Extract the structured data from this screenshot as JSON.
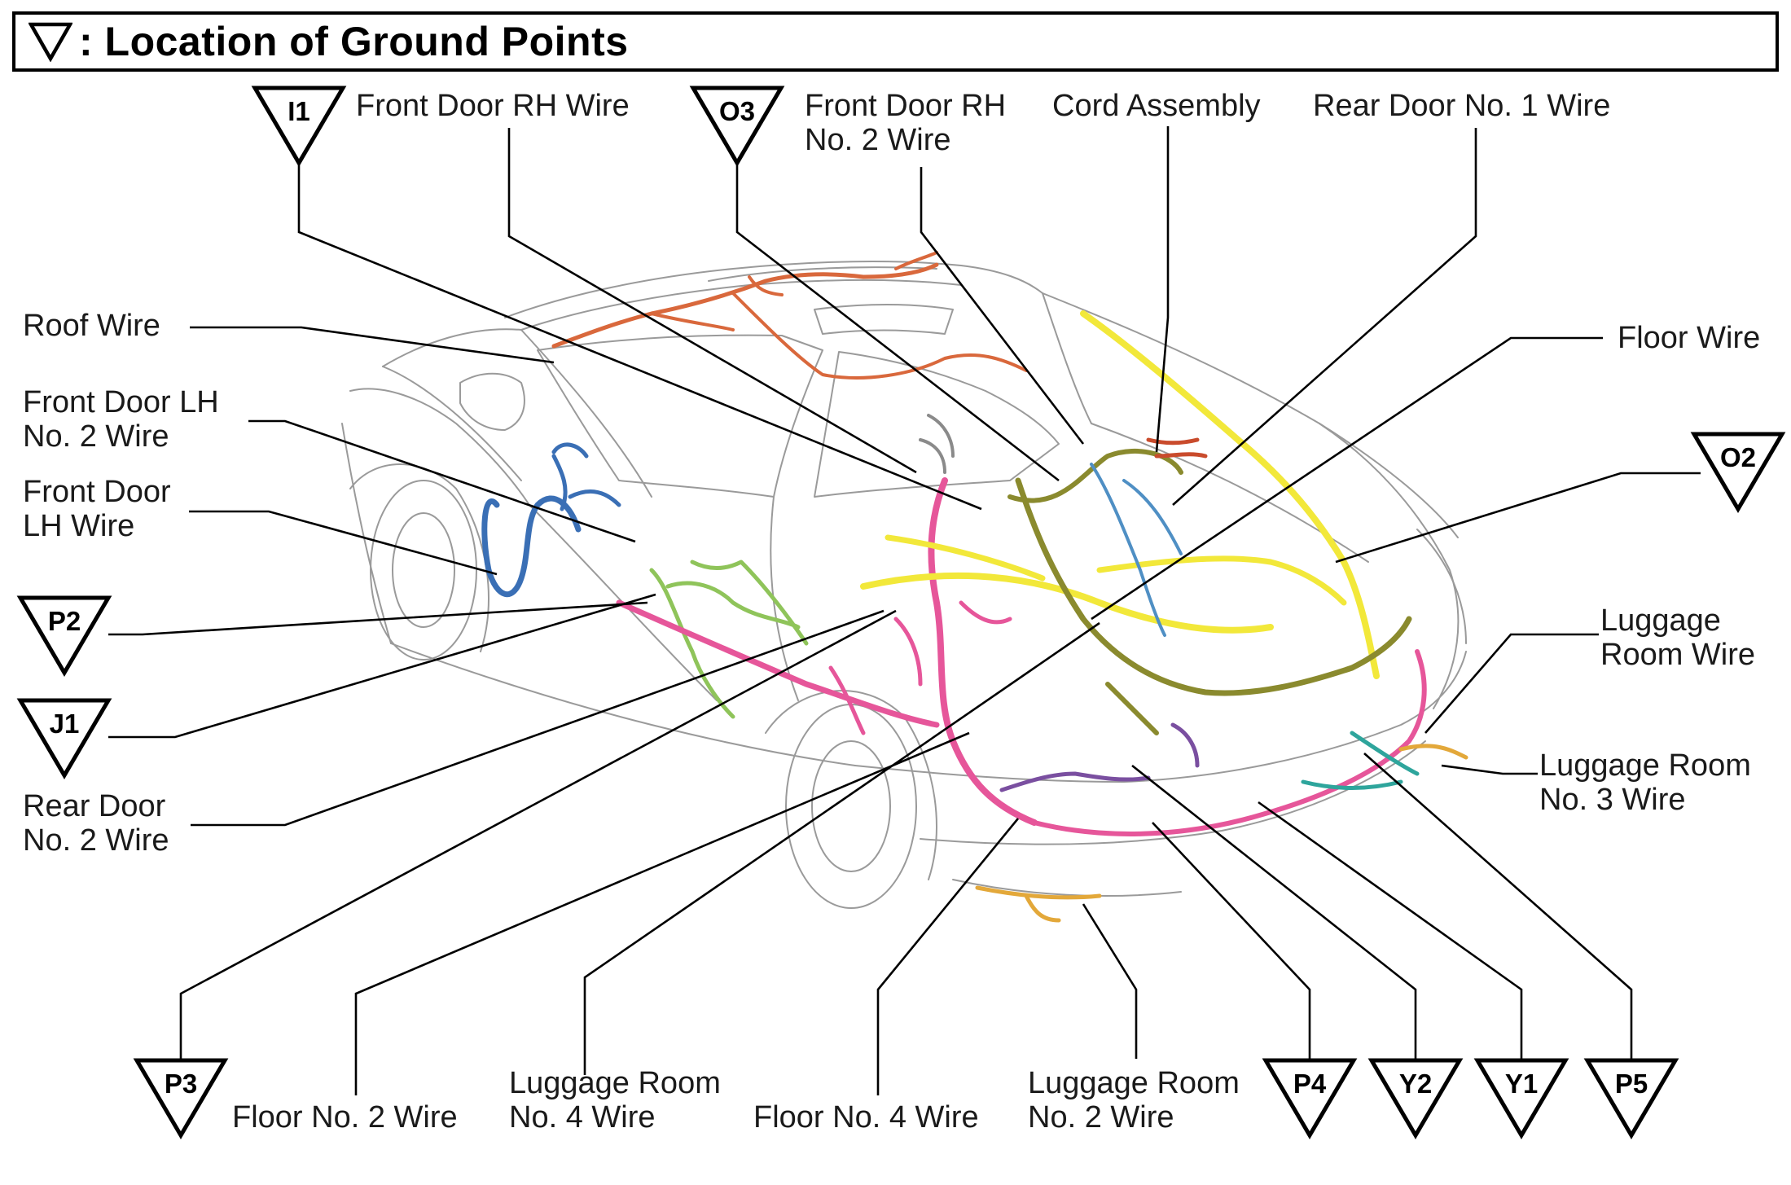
{
  "header": {
    "symbol": "ground-triangle",
    "title": ": Location of Ground Points"
  },
  "colors": {
    "roof": "#d9683c",
    "floor": "#f2e83a",
    "floor_olive": "#8a8a2e",
    "cord": "#4f8fc4",
    "front_door_lh": "#3a6fb5",
    "rear_door": "#8fc45a",
    "floor_no2": "#d9608c",
    "floor_no4": "#7a4fa0",
    "luggage_no2": "#e3a83a",
    "luggage_no3": "#2ea59c",
    "luggage_room": "#e6569a",
    "front_door_rh": "#c94b2c"
  },
  "labels": {
    "front_door_rh_wire": "Front Door RH Wire",
    "front_door_rh_no2_l1": "Front Door RH",
    "front_door_rh_no2_l2": "No. 2 Wire",
    "cord_assembly": "Cord Assembly",
    "rear_door_no1_wire": "Rear Door No. 1 Wire",
    "roof_wire": "Roof Wire",
    "floor_wire": "Floor Wire",
    "front_door_lh_no2_l1": "Front Door LH",
    "front_door_lh_no2_l2": "No. 2 Wire",
    "front_door_lh_l1": "Front Door",
    "front_door_lh_l2": "LH Wire",
    "rear_door_no2_l1": "Rear Door",
    "rear_door_no2_l2": "No. 2 Wire",
    "luggage_room_wire_l1": "Luggage",
    "luggage_room_wire_l2": "Room Wire",
    "luggage_room_no3_l1": "Luggage Room",
    "luggage_room_no3_l2": "No. 3 Wire",
    "floor_no2_wire": "Floor No. 2 Wire",
    "luggage_room_no4_l1": "Luggage Room",
    "luggage_room_no4_l2": "No. 4 Wire",
    "floor_no4_wire": "Floor No. 4 Wire",
    "luggage_room_no2_l1": "Luggage Room",
    "luggage_room_no2_l2": "No. 2 Wire"
  },
  "ground_points": {
    "I1": "I1",
    "O3": "O3",
    "O2": "O2",
    "P2": "P2",
    "J1": "J1",
    "P3": "P3",
    "P4": "P4",
    "Y2": "Y2",
    "Y1": "Y1",
    "P5": "P5"
  }
}
